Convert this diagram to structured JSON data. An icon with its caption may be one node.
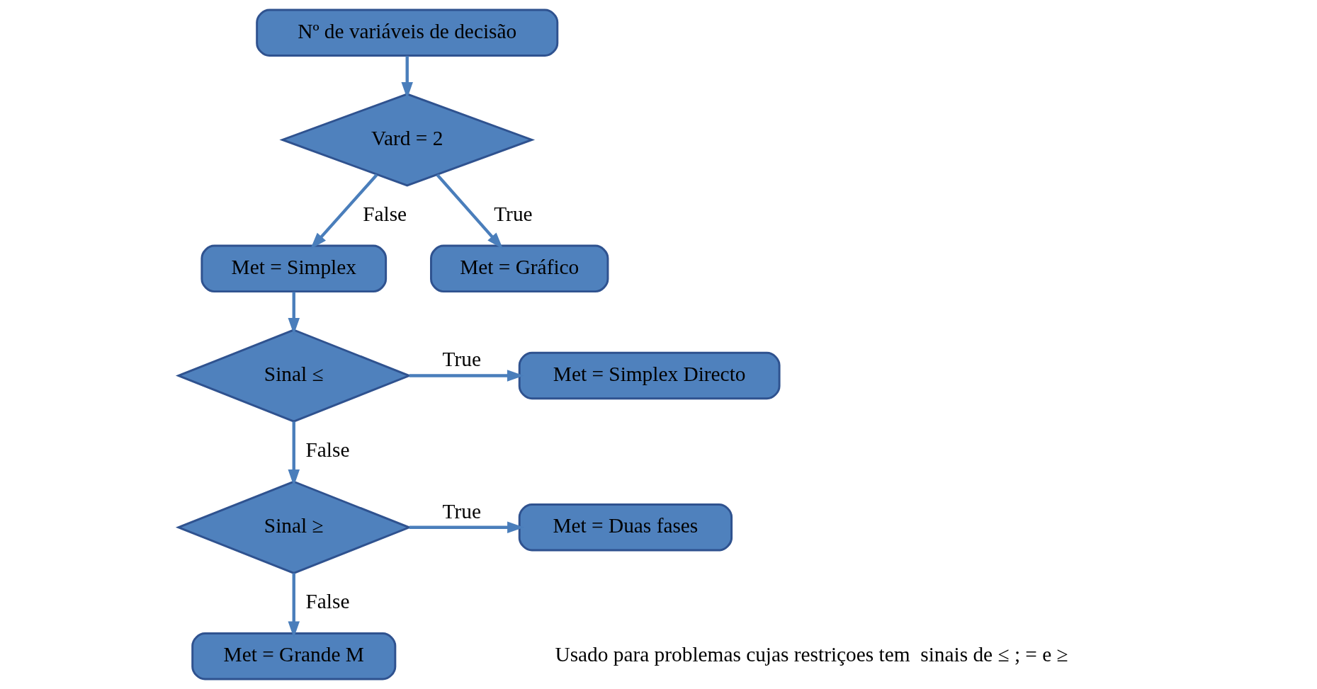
{
  "diagram": {
    "nodes": [
      {
        "text": [
          "Nº de variáveis de decisão"
        ]
      },
      {
        "text": [
          "Vard = 2"
        ]
      },
      {
        "text": [
          "Met = Simplex"
        ]
      },
      {
        "text": [
          "Met = Gráfico"
        ]
      },
      {
        "text": [
          "Sinal ≤"
        ]
      },
      {
        "text": [
          "Met = Simplex Directo"
        ]
      },
      {
        "text": [
          "Sinal ≥"
        ]
      },
      {
        "text": [
          "Met = Duas fases"
        ]
      },
      {
        "text": [
          "Met = Grande M"
        ]
      }
    ],
    "edges": [
      {
        "from": 0,
        "to": 1,
        "arrow": "to"
      },
      {
        "from": 1,
        "to": 2,
        "arrow": "to",
        "label": "False"
      },
      {
        "from": 1,
        "to": 3,
        "arrow": "to",
        "label": "True"
      },
      {
        "from": 2,
        "to": 4,
        "arrow": "to"
      },
      {
        "from": 4,
        "to": 6,
        "arrow": "to",
        "label": "False"
      },
      {
        "from": 4,
        "to": 5,
        "arrow": "to",
        "label": "True"
      },
      {
        "from": 6,
        "to": 8,
        "arrow": "to",
        "label": "False"
      },
      {
        "from": 6,
        "to": 7,
        "arrow": "to",
        "label": "True"
      }
    ],
    "labels": [
      "Usado para problemas cujas restriçoes tem  sinais de ≤ ; = e ≥"
    ]
  }
}
